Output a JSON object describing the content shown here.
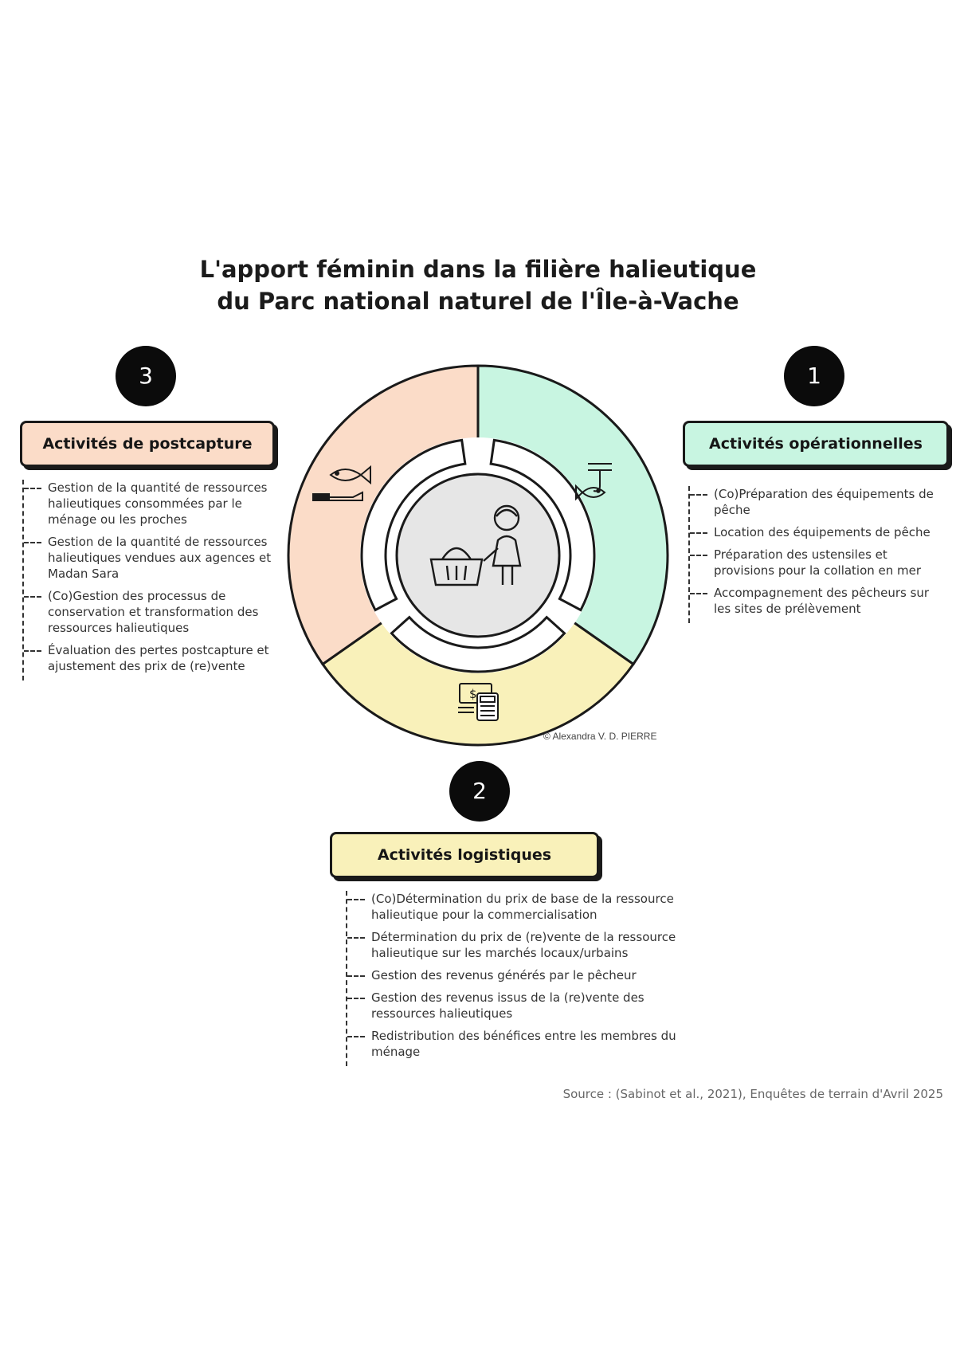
{
  "title": {
    "line1": "L'apport féminin dans la filière halieutique",
    "line2": "du Parc national naturel de l'Île-à-Vache"
  },
  "colors": {
    "operational": "#c8f5e1",
    "logistic": "#f9f1ba",
    "postcapture": "#fbdcc8",
    "center": "#e6e6e6"
  },
  "diagram": {
    "credit": "© Alexandra V. D. PIERRE",
    "icons": [
      "fish-and-knife-icon",
      "fishing-hook-fish-icon",
      "money-calculator-icon",
      "woman-with-basket-icon"
    ]
  },
  "sections": {
    "operational": {
      "number": "1",
      "title": "Activités opérationnelles",
      "items": [
        "(Co)Préparation des équipements de pêche",
        "Location des équipements de pêche",
        "Préparation des ustensiles et provisions pour la collation en mer",
        "Accompagnement des pêcheurs sur les sites de prélèvement"
      ]
    },
    "logistic": {
      "number": "2",
      "title": "Activités logistiques",
      "items": [
        "(Co)Détermination du prix de base de la ressource halieutique pour la commercialisation",
        "Détermination du prix de (re)vente de la ressource halieutique sur les marchés locaux/urbains",
        "Gestion des revenus générés par le pêcheur",
        "Gestion des revenus issus de la (re)vente des ressources halieutiques",
        "Redistribution des bénéfices entre les membres du ménage"
      ]
    },
    "postcapture": {
      "number": "3",
      "title": "Activités de postcapture",
      "items": [
        "Gestion de la quantité de ressources halieutiques consommées par le ménage ou les proches",
        "Gestion de la quantité de ressources halieutiques vendues aux agences et Madan Sara",
        "(Co)Gestion des processus de conservation et transformation des ressources halieutiques",
        "Évaluation des pertes postcapture et ajustement des prix de (re)vente"
      ]
    }
  },
  "source": "Source : (Sabinot et al., 2021), Enquêtes de terrain d'Avril 2025"
}
